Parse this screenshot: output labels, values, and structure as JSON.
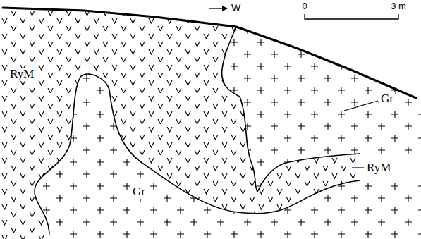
{
  "diagram": {
    "labels": [
      "W",
      "0",
      "3 m",
      "RyM",
      "Gr",
      "RyM",
      "Gr"
    ]
  }
}
